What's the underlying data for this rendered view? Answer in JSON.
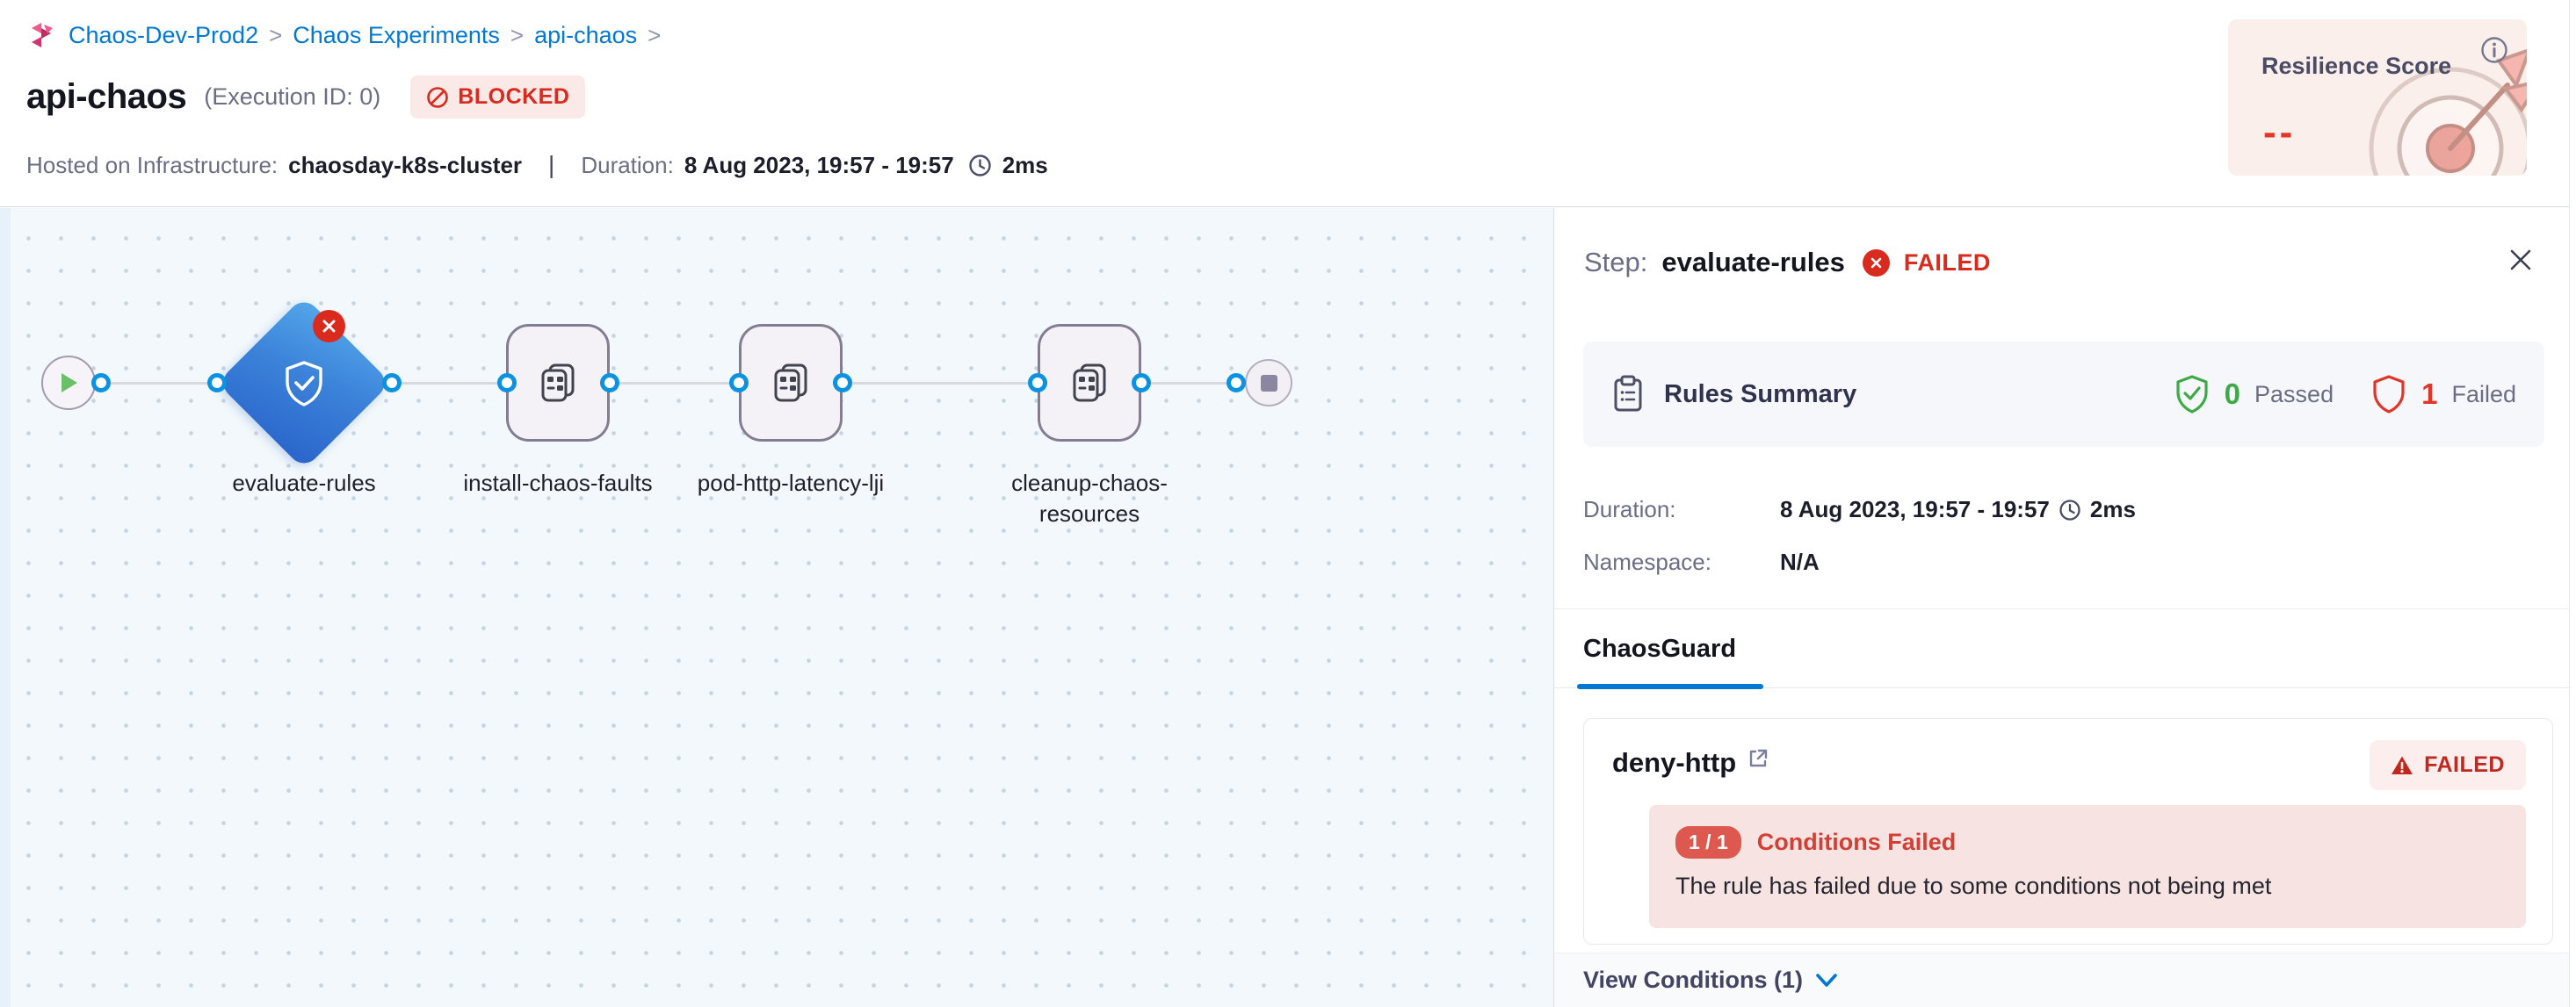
{
  "breadcrumb": {
    "separator": ">",
    "items": [
      {
        "label": "Chaos-Dev-Prod2"
      },
      {
        "label": "Chaos Experiments"
      },
      {
        "label": "api-chaos"
      }
    ]
  },
  "header": {
    "title": "api-chaos",
    "execution_id": "(Execution ID: 0)",
    "status_badge": "BLOCKED",
    "infra_label": "Hosted on Infrastructure:",
    "infra_value": "chaosday-k8s-cluster",
    "duration_label": "Duration:",
    "duration_value": "8 Aug 2023, 19:57 - 19:57",
    "duration_ms": "2ms"
  },
  "resilience": {
    "title": "Resilience Score",
    "value": "--"
  },
  "pipeline": {
    "nodes": [
      {
        "label": "evaluate-rules",
        "type": "chaosguard-diamond",
        "status": "failed"
      },
      {
        "label": "install-chaos-faults",
        "type": "step"
      },
      {
        "label": "pod-http-latency-lji",
        "type": "step"
      },
      {
        "label": "cleanup-chaos-resources",
        "type": "step"
      }
    ]
  },
  "panel": {
    "step_label": "Step:",
    "step_name": "evaluate-rules",
    "status": "FAILED",
    "rules_summary": {
      "title": "Rules Summary",
      "passed_count": "0",
      "passed_label": "Passed",
      "failed_count": "1",
      "failed_label": "Failed"
    },
    "duration_label": "Duration:",
    "duration_value": "8 Aug 2023, 19:57 - 19:57",
    "duration_ms": "2ms",
    "namespace_label": "Namespace:",
    "namespace_value": "N/A",
    "tab": "ChaosGuard",
    "rule_card": {
      "name": "deny-http",
      "status": "FAILED",
      "conditions_ratio": "1 / 1",
      "conditions_title": "Conditions Failed",
      "message": "The rule has failed due to some conditions not being met"
    },
    "footer": {
      "view_conditions": "View Conditions (1)"
    }
  },
  "colors": {
    "accent_blue": "#0278d5",
    "failed_red": "#da291d",
    "passed_green": "#3eaa47",
    "brand_magenta": "#d0356d",
    "blocked_badge_bg": "#fbe9e7",
    "resilience_card_bg": "#fbefec",
    "canvas_bg": "#f2f8fb",
    "diamond_blue": "#2a64ca"
  }
}
